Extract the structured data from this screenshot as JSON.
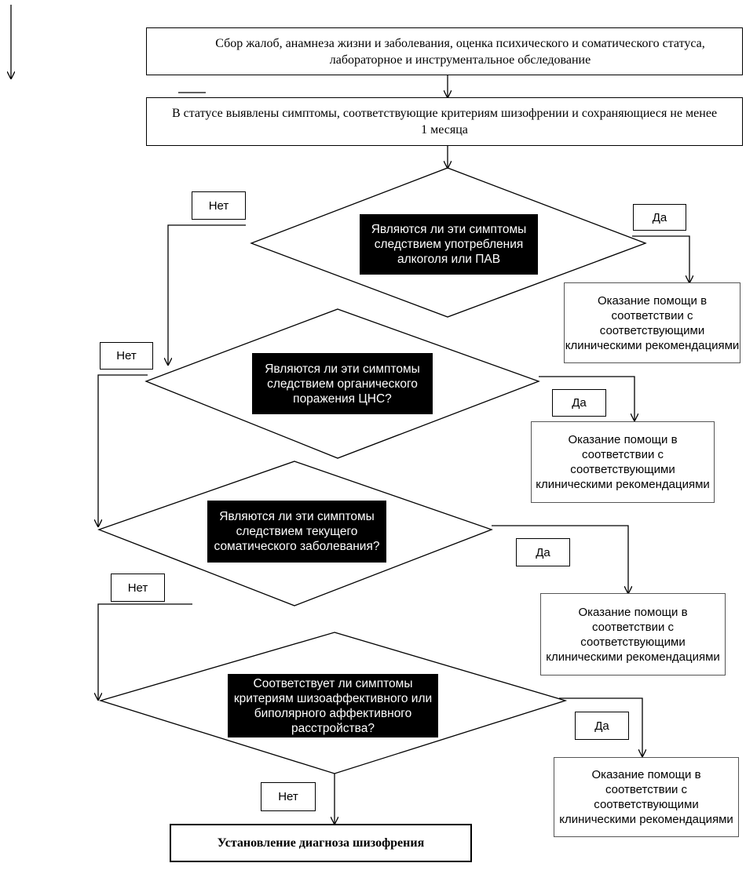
{
  "steps": {
    "collect": "Сбор жалоб, анамнеза жизни и заболевания, оценка психического и соматического статуса, лабораторное и инструментальное обследование",
    "symptoms": "В статусе выявлены симптомы, соответствующие критериям шизофрении и сохраняющиеся не менее 1 месяца",
    "final": "Установление диагноза шизофрения"
  },
  "questions": [
    "Являются  ли эти симптомы следствием употребления алкоголя или ПАВ",
    "Являются  ли эти симптомы следствием органического поражения ЦНС?",
    "Являются  ли эти симптомы следствием текущего соматического заболевания?",
    "Соответствует ли симптомы критериям шизоаффективного или биполярного аффективного расстройства?"
  ],
  "labels": {
    "yes": "Да",
    "no": "Нет"
  },
  "help_text": "Оказание помощи в соответствии с соответствующими клиническими рекомендациями"
}
